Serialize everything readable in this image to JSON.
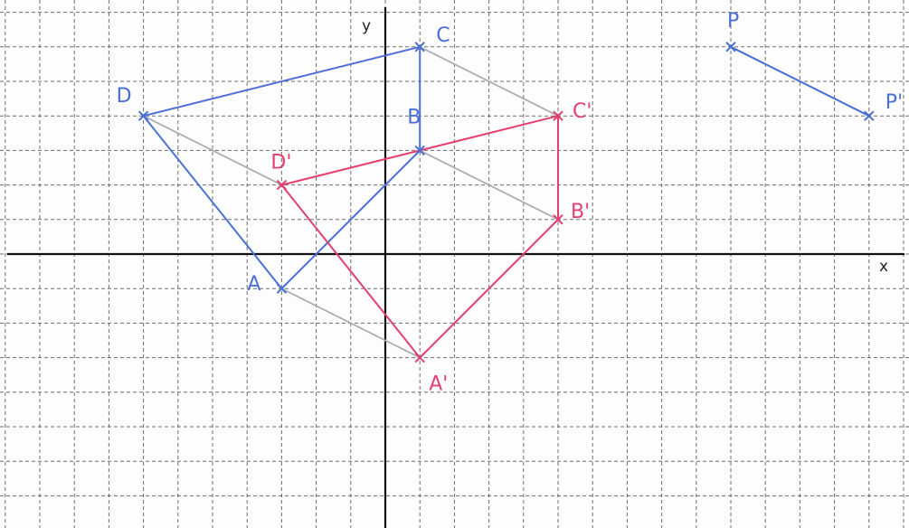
{
  "axes": {
    "x_label": "x",
    "y_label": "y"
  },
  "colors": {
    "grid": "#4a4a4a",
    "axis": "#111111",
    "original": "#4a6fd6",
    "image": "#e2416e",
    "connector": "#a9aeb3",
    "vector": "#4a6fd6"
  },
  "chart_data": {
    "type": "scatter",
    "xlim": [
      -11,
      15
    ],
    "ylim": [
      -8,
      7
    ],
    "original_shape": {
      "points": [
        {
          "label": "A",
          "x": -3,
          "y": -1
        },
        {
          "label": "B",
          "x": 1,
          "y": 3
        },
        {
          "label": "C",
          "x": 1,
          "y": 6
        },
        {
          "label": "D",
          "x": -7,
          "y": 4
        }
      ]
    },
    "image_shape": {
      "points": [
        {
          "label": "A'",
          "x": 1,
          "y": -3
        },
        {
          "label": "B'",
          "x": 5,
          "y": 1
        },
        {
          "label": "C'",
          "x": 5,
          "y": 4
        },
        {
          "label": "D'",
          "x": -3,
          "y": 2
        }
      ]
    },
    "translation_vector": {
      "start": {
        "label": "P",
        "x": 10,
        "y": 6
      },
      "end": {
        "label": "P'",
        "x": 14,
        "y": 4
      }
    }
  }
}
